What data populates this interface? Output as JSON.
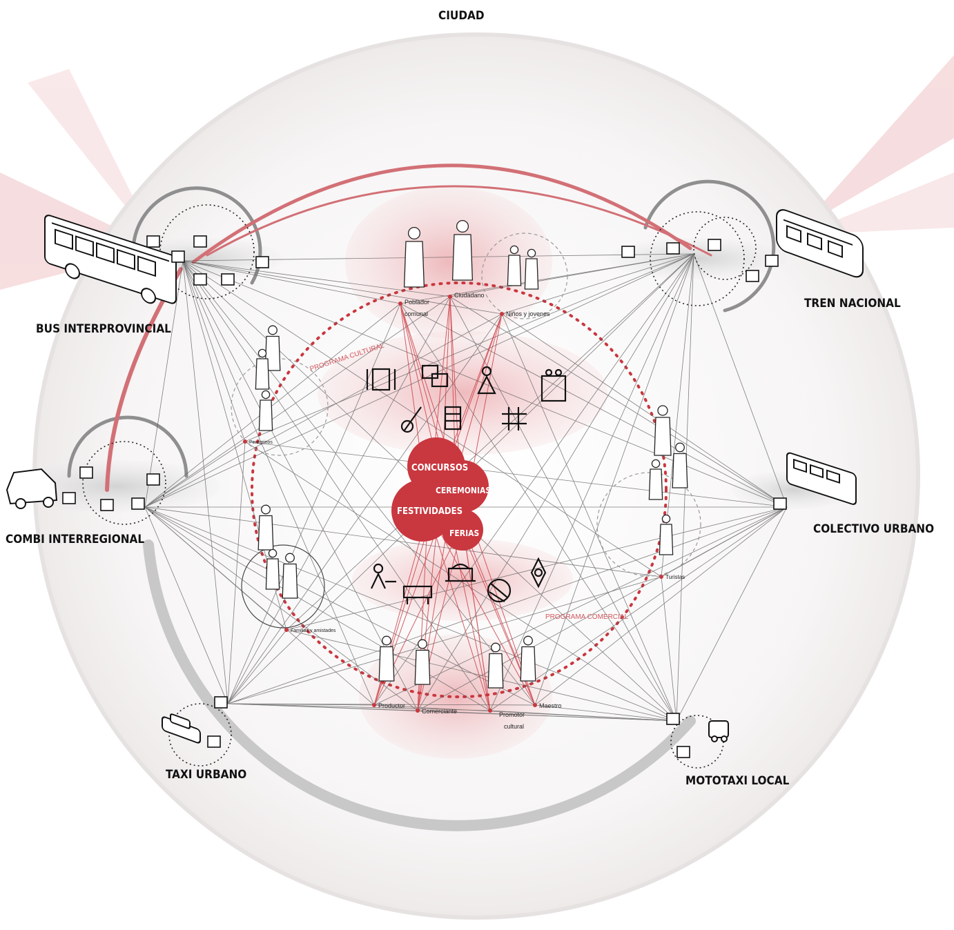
{
  "title": "CIUDAD",
  "transport": {
    "bus": "BUS INTERPROVINCIAL",
    "tren": "TREN NACIONAL",
    "combi": "COMBI INTERREGIONAL",
    "colectivo": "COLECTIVO URBANO",
    "taxi": "TAXI URBANO",
    "mototaxi": "MOTOTAXI LOCAL"
  },
  "programs": {
    "cultural": "PROGRAMA CULTURAL",
    "comercial": "PROGRAMA COMERCIAL"
  },
  "activities": {
    "concursos": "CONCURSOS",
    "ceremonias": "CEREMONIAS",
    "festividades": "FESTIVIDADES",
    "ferias": "FERIAS"
  },
  "actors": {
    "poblador": [
      "Poblador",
      "comunal"
    ],
    "ciudadano": "Ciudadano",
    "ninos": "Niños y jovenes",
    "peregrinos": "Peregrinos",
    "familias": "Familias y amistades",
    "turistas": "Turistas",
    "productor": "Productor",
    "comerciante": "Comerciante",
    "promotor": [
      "Promotor",
      "cultural"
    ],
    "maestro": "Maestro"
  },
  "colors": {
    "accent_red": "#c9373f",
    "light_red": "#f2c9cb",
    "grey_ring": "#8a8a8a"
  }
}
